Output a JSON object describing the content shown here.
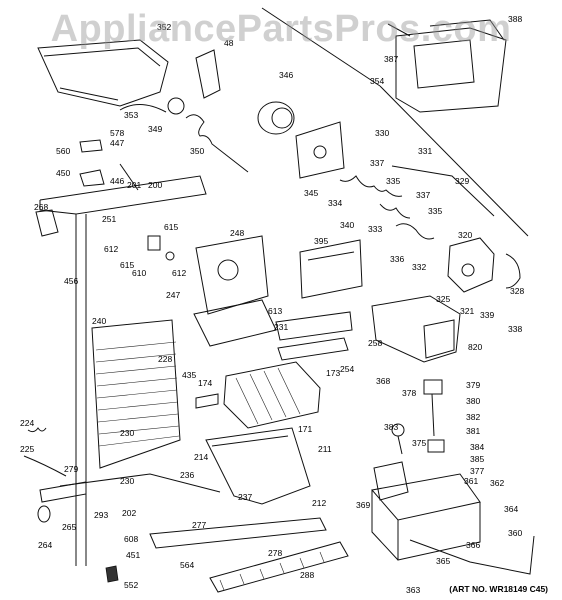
{
  "watermark": "AppliancePartsPros.com",
  "art_number": "(ART NO. WR18149 C45)",
  "labels": [
    {
      "id": "352",
      "text": "352"
    },
    {
      "id": "48",
      "text": "48"
    },
    {
      "id": "388",
      "text": "388"
    },
    {
      "id": "387",
      "text": "387"
    },
    {
      "id": "354",
      "text": "354"
    },
    {
      "id": "346",
      "text": "346"
    },
    {
      "id": "353",
      "text": "353"
    },
    {
      "id": "349",
      "text": "349"
    },
    {
      "id": "578",
      "text": "578"
    },
    {
      "id": "447",
      "text": "447"
    },
    {
      "id": "560",
      "text": "560"
    },
    {
      "id": "350",
      "text": "350"
    },
    {
      "id": "330",
      "text": "330"
    },
    {
      "id": "331",
      "text": "331"
    },
    {
      "id": "450",
      "text": "450"
    },
    {
      "id": "446",
      "text": "446"
    },
    {
      "id": "337a",
      "text": "337"
    },
    {
      "id": "345",
      "text": "345"
    },
    {
      "id": "335a",
      "text": "335"
    },
    {
      "id": "329",
      "text": "329"
    },
    {
      "id": "201",
      "text": "201"
    },
    {
      "id": "200",
      "text": "200"
    },
    {
      "id": "334",
      "text": "334"
    },
    {
      "id": "337b",
      "text": "337"
    },
    {
      "id": "268",
      "text": "268"
    },
    {
      "id": "251",
      "text": "251"
    },
    {
      "id": "340",
      "text": "340"
    },
    {
      "id": "333",
      "text": "333"
    },
    {
      "id": "335b",
      "text": "335"
    },
    {
      "id": "615a",
      "text": "615"
    },
    {
      "id": "248",
      "text": "248"
    },
    {
      "id": "395",
      "text": "395"
    },
    {
      "id": "320",
      "text": "320"
    },
    {
      "id": "612a",
      "text": "612"
    },
    {
      "id": "615b",
      "text": "615"
    },
    {
      "id": "610",
      "text": "610"
    },
    {
      "id": "612b",
      "text": "612"
    },
    {
      "id": "336",
      "text": "336"
    },
    {
      "id": "332",
      "text": "332"
    },
    {
      "id": "456",
      "text": "456"
    },
    {
      "id": "247",
      "text": "247"
    },
    {
      "id": "613",
      "text": "613"
    },
    {
      "id": "325",
      "text": "325"
    },
    {
      "id": "328",
      "text": "328"
    },
    {
      "id": "321",
      "text": "321"
    },
    {
      "id": "339",
      "text": "339"
    },
    {
      "id": "338",
      "text": "338"
    },
    {
      "id": "240",
      "text": "240"
    },
    {
      "id": "231",
      "text": "231"
    },
    {
      "id": "258",
      "text": "258"
    },
    {
      "id": "820",
      "text": "820"
    },
    {
      "id": "228",
      "text": "228"
    },
    {
      "id": "435",
      "text": "435"
    },
    {
      "id": "173",
      "text": "173"
    },
    {
      "id": "254",
      "text": "254"
    },
    {
      "id": "368",
      "text": "368"
    },
    {
      "id": "174",
      "text": "174"
    },
    {
      "id": "379",
      "text": "379"
    },
    {
      "id": "378",
      "text": "378"
    },
    {
      "id": "380",
      "text": "380"
    },
    {
      "id": "382",
      "text": "382"
    },
    {
      "id": "224",
      "text": "224"
    },
    {
      "id": "171",
      "text": "171"
    },
    {
      "id": "381",
      "text": "381"
    },
    {
      "id": "230a",
      "text": "230"
    },
    {
      "id": "383",
      "text": "383"
    },
    {
      "id": "375",
      "text": "375"
    },
    {
      "id": "384",
      "text": "384"
    },
    {
      "id": "225",
      "text": "225"
    },
    {
      "id": "211",
      "text": "211"
    },
    {
      "id": "385",
      "text": "385"
    },
    {
      "id": "214",
      "text": "214"
    },
    {
      "id": "279",
      "text": "279"
    },
    {
      "id": "236",
      "text": "236"
    },
    {
      "id": "377",
      "text": "377"
    },
    {
      "id": "230b",
      "text": "230"
    },
    {
      "id": "361",
      "text": "361"
    },
    {
      "id": "362",
      "text": "362"
    },
    {
      "id": "237",
      "text": "237"
    },
    {
      "id": "212",
      "text": "212"
    },
    {
      "id": "369",
      "text": "369"
    },
    {
      "id": "202",
      "text": "202"
    },
    {
      "id": "293",
      "text": "293"
    },
    {
      "id": "265",
      "text": "265"
    },
    {
      "id": "364",
      "text": "364"
    },
    {
      "id": "277",
      "text": "277"
    },
    {
      "id": "264",
      "text": "264"
    },
    {
      "id": "608",
      "text": "608"
    },
    {
      "id": "360",
      "text": "360"
    },
    {
      "id": "451",
      "text": "451"
    },
    {
      "id": "278",
      "text": "278"
    },
    {
      "id": "366",
      "text": "366"
    },
    {
      "id": "564",
      "text": "564"
    },
    {
      "id": "365",
      "text": "365"
    },
    {
      "id": "552",
      "text": "552"
    },
    {
      "id": "288",
      "text": "288"
    },
    {
      "id": "363",
      "text": "363"
    }
  ]
}
